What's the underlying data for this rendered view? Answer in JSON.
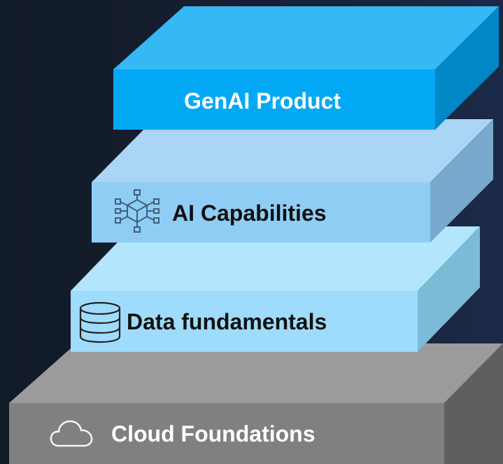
{
  "layers": {
    "genai_product": {
      "label": "GenAI Product",
      "color": "#03a9f4"
    },
    "ai_capabilities": {
      "label": "AI Capabilities",
      "color": "#90cdf4"
    },
    "data_fundamentals": {
      "label": "Data fundamentals",
      "color": "#9fdcfb"
    },
    "cloud_foundations": {
      "label": "Cloud Foundations",
      "color": "#808080"
    }
  },
  "icons": {
    "ai_capabilities": "network-cube-icon",
    "data_fundamentals": "database-icon",
    "cloud_foundations": "cloud-icon"
  }
}
